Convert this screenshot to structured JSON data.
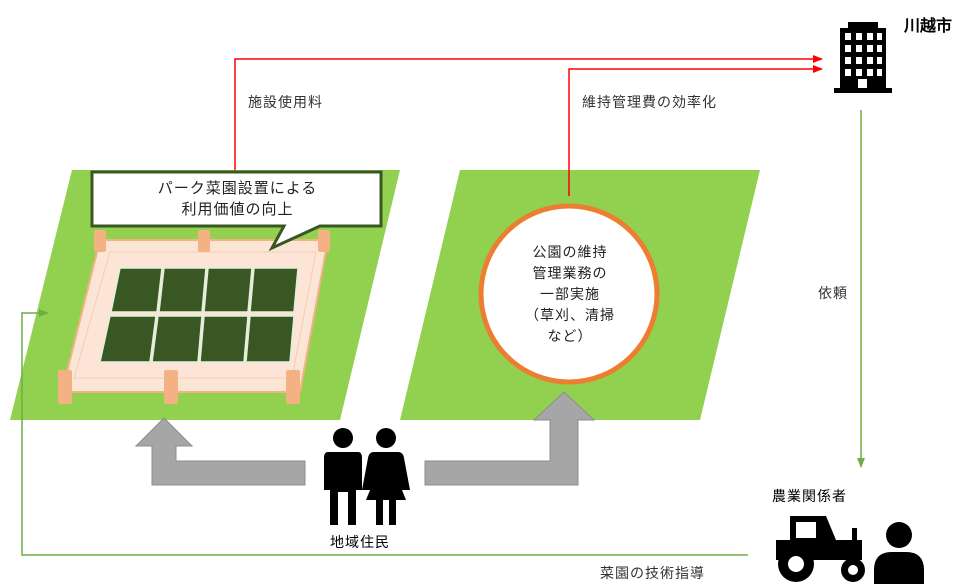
{
  "city": {
    "label": "川越市"
  },
  "flows": {
    "facility_fee": "施設使用料",
    "maintenance_efficiency": "維持管理費の効率化",
    "request": "依頼",
    "technical_guidance": "菜園の技術指導"
  },
  "left_park": {
    "callout_lines": [
      "パーク菜園設置による",
      "利用価値の向上"
    ]
  },
  "right_park": {
    "circle_lines": [
      "公園の維持",
      "管理業務の",
      "一部実施",
      "（草刈、清掃",
      "など）"
    ]
  },
  "residents": {
    "label": "地域住民"
  },
  "farmers": {
    "label": "農業関係者"
  },
  "colors": {
    "grass": "#92d050",
    "bed": "#385723",
    "frame": "#fbe5d6",
    "post": "#f4b183",
    "circle_border": "#ed7d31",
    "revenue_arrow": "#ff0000",
    "guidance_arrow": "#70ad47",
    "gray_arrow": "#a6a6a6",
    "icon": "#000000"
  },
  "icons": [
    "office-building-icon",
    "couple-icon",
    "tractor-icon",
    "person-icon"
  ]
}
